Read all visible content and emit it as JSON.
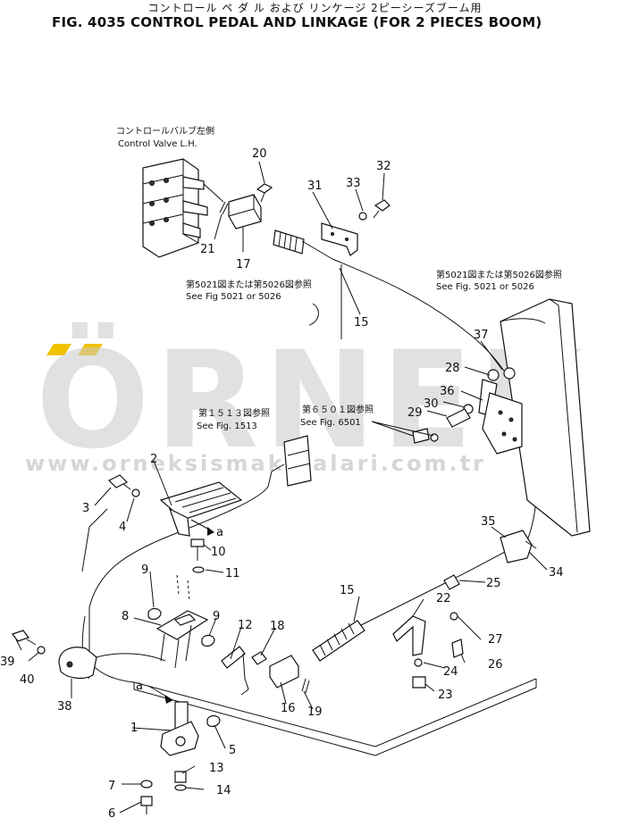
{
  "header": {
    "title_jp": "コントロール ペ ダ ル および リンケージ 2ピーシーズブーム用",
    "title_en": "FIG. 4035  CONTROL PEDAL AND LINKAGE (FOR 2 PIECES BOOM)"
  },
  "references": {
    "control_valve_jp": "コントロールバルブ左側",
    "control_valve_en": "Control Valve L.H.",
    "ref_5021_left_jp": "第5021図または第5026図参照",
    "ref_5021_left_en": "See Fig 5021 or 5026",
    "ref_5021_right_jp": "第5021図または第5026図参照",
    "ref_5021_right_en": "See Fig. 5021 or 5026",
    "ref_1513_jp": "第１５１３図参照",
    "ref_1513_en": "See Fig. 1513",
    "ref_6501_jp": "第６５０１図参照",
    "ref_6501_en": "See Fig. 6501"
  },
  "callouts": [
    "1",
    "2",
    "3",
    "4",
    "5",
    "6",
    "7",
    "8",
    "9",
    "9",
    "10",
    "11",
    "12",
    "13",
    "14",
    "15",
    "15",
    "16",
    "17",
    "18",
    "19",
    "20",
    "21",
    "22",
    "23",
    "24",
    "25",
    "26",
    "27",
    "28",
    "29",
    "30",
    "31",
    "32",
    "33",
    "34",
    "35",
    "36",
    "37",
    "38",
    "39",
    "40",
    "a",
    "a"
  ],
  "watermark": {
    "letters": "ÖRNEK",
    "url": "www.orneksismakinalari.com.tr",
    "accent_color": "#f2c200"
  }
}
